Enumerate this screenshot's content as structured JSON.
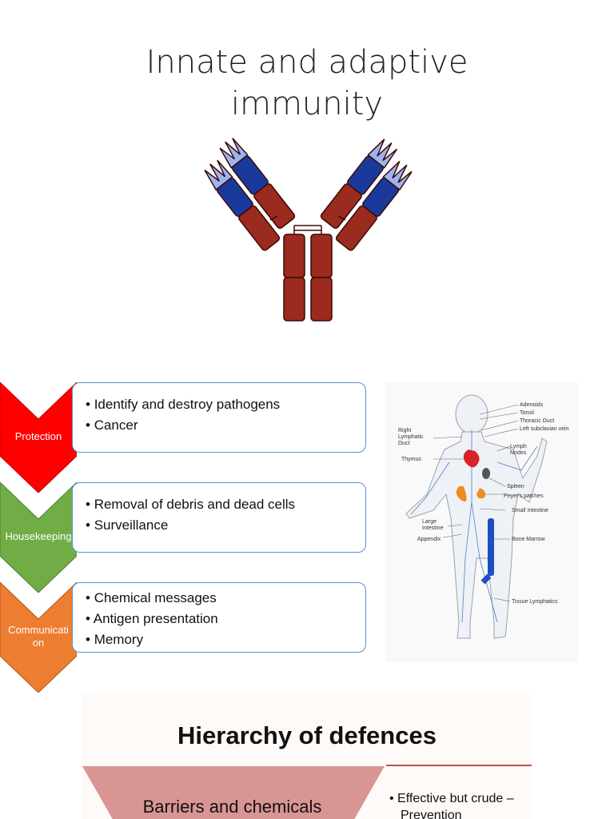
{
  "title_line1": "Innate and adaptive",
  "title_line2": "immunity",
  "functions": [
    {
      "label": "Protection",
      "color": "#ff0000",
      "items": [
        "Identify and destroy pathogens",
        "Cancer"
      ]
    },
    {
      "label": "Housekeeping",
      "color": "#70ad47",
      "items": [
        "Removal of debris and dead cells",
        "Surveillance"
      ]
    },
    {
      "label_line1": "Communicati",
      "label_line2": "on",
      "color": "#ed7d31",
      "items": [
        "Chemical messages",
        "Antigen presentation",
        "Memory"
      ]
    }
  ],
  "body_labels": {
    "adenoids": "Adenoids",
    "tonsil": "Tonsil",
    "thoracic_duct": "Thoracic Duct",
    "left_subclavian": "Left subclavian vein",
    "right_lymphatic_1": "Right",
    "right_lymphatic_2": "Lymphatic",
    "right_lymphatic_3": "Duct",
    "thymus": "Thymus",
    "lymph_nodes_1": "Lymph",
    "lymph_nodes_2": "Nodes",
    "spleen": "Spleen",
    "peyers": "Peyer's patches",
    "small_intestine": "Small Intestine",
    "large_intestine_1": "Large",
    "large_intestine_2": "Intestine",
    "appendix": "Appendix",
    "bone_marrow": "Bone Marrow",
    "tissue_lymphatics": "Tissue Lymphatics"
  },
  "hierarchy": {
    "title": "Hierarchy of defences",
    "level1": "Barriers and chemicals",
    "bullet_line1": "• Effective but crude –",
    "bullet_line2": "Prevention"
  }
}
